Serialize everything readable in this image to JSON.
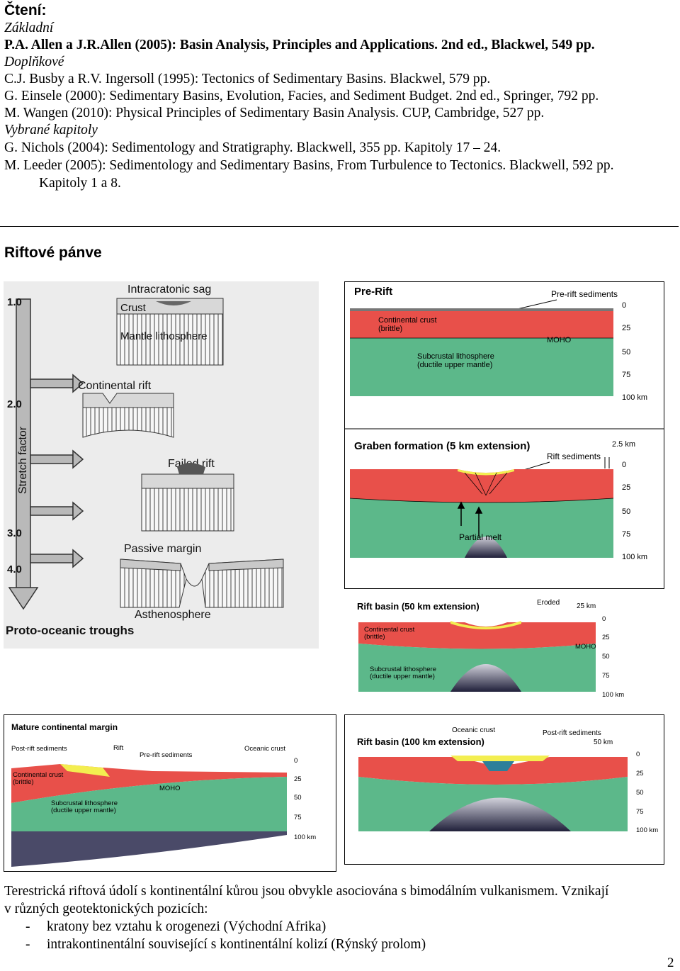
{
  "reading": {
    "heading": "Čtení:",
    "basic_label": "Základní",
    "basic_ref": "P.A. Allen a J.R.Allen (2005): Basin Analysis, Principles and Applications. 2nd ed., Blackwel, 549 pp.",
    "supplementary_label": "Doplňkové",
    "supp_refs": [
      "C.J. Busby a R.V. Ingersoll (1995): Tectonics of Sedimentary Basins. Blackwel, 579 pp.",
      "G. Einsele (2000): Sedimentary Basins, Evolution, Facies, and Sediment Budget. 2nd ed., Springer, 792 pp.",
      "M. Wangen (2010): Physical Principles of Sedimentary Basin Analysis. CUP, Cambridge, 527 pp."
    ],
    "chapters_label": "Vybrané kapitoly",
    "chapter_refs": [
      "G. Nichols (2004): Sedimentology and Stratigraphy. Blackwell, 355 pp. Kapitoly 17 – 24.",
      "M. Leeder (2005): Sedimentology and Sedimentary Basins, From Turbulence to Tectonics. Blackwell, 592 pp.",
      "Kapitoly 1 a 8."
    ]
  },
  "section_title": "Riftové pánve",
  "left_figure": {
    "stretch_ticks": [
      "1.0",
      "2.0",
      "3.0",
      "4.0"
    ],
    "axis_label": "Stretch factor",
    "stages": [
      "Intracratonic sag",
      "Continental rift",
      "Failed rift",
      "Passive margin",
      "Proto-oceanic troughs"
    ],
    "labels": [
      "Crust",
      "Mantle lithosphere",
      "Asthenosphere"
    ]
  },
  "pre_rift": {
    "title": "Pre-Rift",
    "sediments": "Pre-rift sediments",
    "crust1": "Continental crust",
    "crust2": "(brittle)",
    "moho": "MOHO",
    "litho1": "Subcrustal lithosphere",
    "litho2": "(ductile upper mantle)",
    "depths": [
      "0",
      "25",
      "50",
      "75",
      "100 km"
    ]
  },
  "graben": {
    "title": "Graben formation (5 km extension)",
    "scale": "2.5 km",
    "sediments": "Rift sediments",
    "melt": "Partial melt",
    "depths": [
      "0",
      "25",
      "50",
      "75",
      "100 km"
    ]
  },
  "rift50": {
    "title": "Rift basin (50 km extension)",
    "eroded": "Eroded",
    "scale": "25 km",
    "crust1": "Continental crust",
    "crust2": "(brittle)",
    "moho": "MOHO",
    "litho1": "Subcrustal lithosphere",
    "litho2": "(ductile upper mantle)",
    "depths": [
      "0",
      "25",
      "50",
      "75",
      "100 km"
    ]
  },
  "mature": {
    "title": "Mature continental margin",
    "postrift": "Post-rift sediments",
    "rift": "Rift",
    "prerift": "Pre-rift sediments",
    "oceanic": "Oceanic crust",
    "crust1": "Continental crust",
    "crust2": "(brittle)",
    "moho": "MOHO",
    "litho1": "Subcrustal lithosphere",
    "litho2": "(ductile upper mantle)",
    "depths": [
      "0",
      "25",
      "50",
      "75",
      "100 km"
    ]
  },
  "rift100": {
    "title": "Rift basin (100 km extension)",
    "oceanic": "Oceanic crust",
    "postrift": "Post-rift sediments",
    "scale": "50 km",
    "depths": [
      "0",
      "25",
      "50",
      "75",
      "100 km"
    ]
  },
  "body": {
    "line1": "Terestrická riftová údolí s kontinentální kůrou jsou obvykle asociována s bimodálním vulkanismem. Vznikají",
    "line2": "v různých geotektonických pozicích:",
    "bullets": [
      "kratony bez vztahu k orogenezi (Východní Afrika)",
      "intrakontinentální související s kontinentální kolizí (Rýnský prolom)"
    ],
    "bullet_marker": "-"
  },
  "page_number": "2",
  "colors": {
    "crust": "#e8504a",
    "mantle": "#5cb88a",
    "sediment": "#f3ee50",
    "asthenosphere_top": "#d2d2dc",
    "asthenosphere_bottom": "#20203a"
  }
}
